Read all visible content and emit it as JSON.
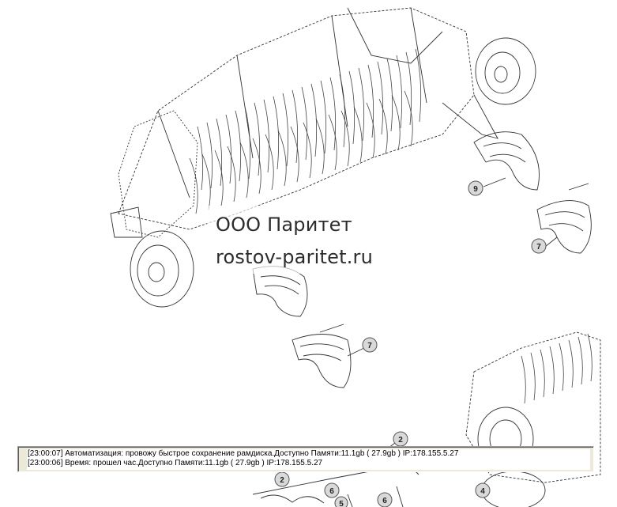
{
  "watermark": {
    "company": "ООО Паритет",
    "site": "rostov-paritet.ru"
  },
  "log": {
    "lines": [
      "[23:00:07]  Автоматизация: провожу быстрое сохранение рамдиска.Доступно Памяти:11.1gb  ( 27.9gb ) IP:178.155.5.27",
      "[23:00:06]  Время: прошел час.Доступно Памяти:11.1gb  ( 27.9gb ) IP:178.155.5.27"
    ]
  },
  "callouts": {
    "c9": "9",
    "c7a": "7",
    "c7b": "7",
    "c2a": "2",
    "c2b": "2",
    "c4": "4",
    "c6a": "6",
    "c6b": "6",
    "c5": "5"
  }
}
